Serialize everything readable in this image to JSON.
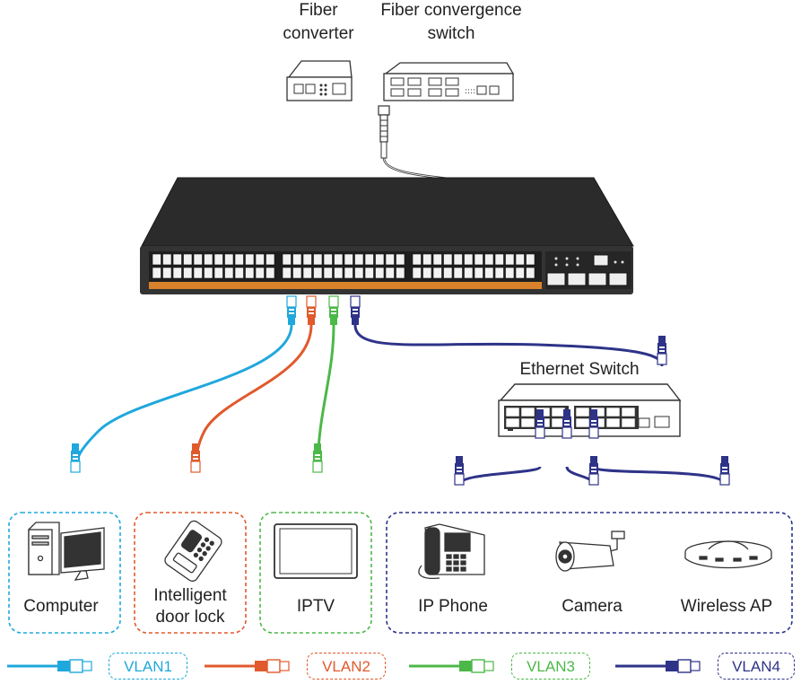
{
  "labels": {
    "fiber_converter": [
      "Fiber",
      "converter"
    ],
    "fiber_switch": [
      "Fiber convergence",
      "switch"
    ],
    "ethernet_switch": "Ethernet Switch"
  },
  "devices": {
    "computer": "Computer",
    "door_lock": [
      "Intelligent",
      "door lock"
    ],
    "iptv": "IPTV",
    "ip_phone": "IP Phone",
    "camera": "Camera",
    "wireless_ap": "Wireless AP"
  },
  "legend": [
    {
      "label": "VLAN1",
      "color": "#1fa8dc"
    },
    {
      "label": "VLAN2",
      "color": "#e05a2c"
    },
    {
      "label": "VLAN3",
      "color": "#4cb848"
    },
    {
      "label": "VLAN4",
      "color": "#2e3388"
    }
  ],
  "colors": {
    "vlan1": "#1fa8dc",
    "vlan2": "#e05a2c",
    "vlan3": "#4cb848",
    "vlan4": "#2e3388",
    "switch_body": "#2b2b2b",
    "port_strip": "#d9822b"
  },
  "icons": [
    "fiber-converter-icon",
    "fiber-convergence-switch-icon",
    "managed-switch-icon",
    "ethernet-switch-icon",
    "computer-icon",
    "door-lock-icon",
    "tv-icon",
    "ip-phone-icon",
    "camera-icon",
    "wireless-ap-icon",
    "rj45-connector-icon",
    "fiber-connector-icon"
  ]
}
